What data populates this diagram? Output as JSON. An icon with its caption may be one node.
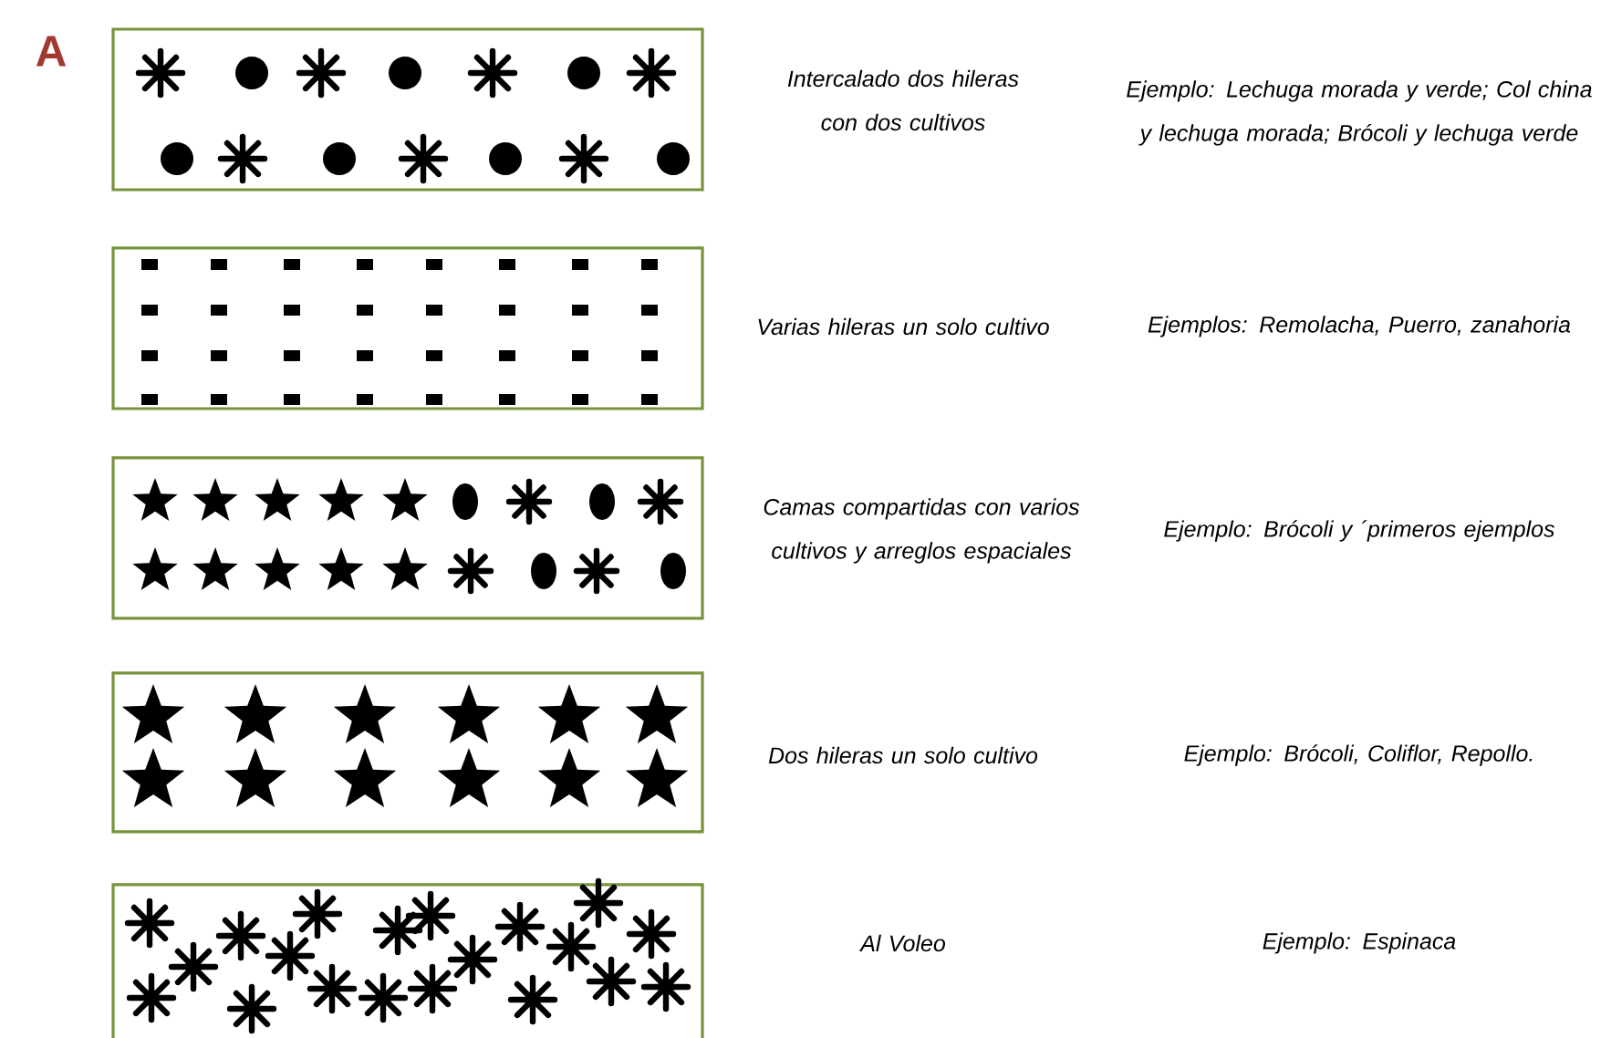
{
  "diagram": {
    "labels": [
      "A",
      "Intercalado dos hileras con dos cultivos",
      "Ejemplo: Lechuga morada y verde; Col china y lechuga morada; Brócoli y lechuga verde",
      "Varias hileras un solo cultivo",
      "Ejemplos: Remolacha, Puerro, zanahoria",
      "Camas compartidas con varios cultivos y arreglos espaciales",
      "Ejemplo: Brócoli y ´primeros ejemplos",
      "Dos hileras un solo cultivo",
      "Ejemplo: Brócoli, Coliflor, Repollo.",
      "Al Voleo",
      "Ejemplo: Espinaca"
    ]
  }
}
